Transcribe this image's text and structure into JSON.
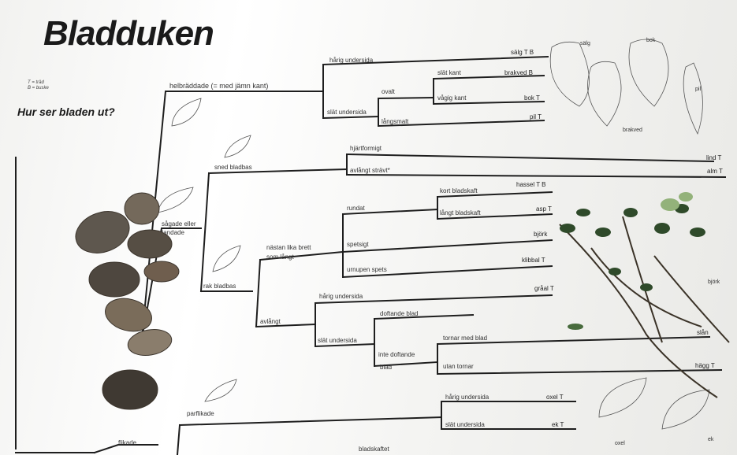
{
  "title": "Bladduken",
  "legend": {
    "line1": "T = träd",
    "line2": "B = buske"
  },
  "question": "Hur ser bladen ut?",
  "labels": {
    "helbraddade": "helbräddade (= med jämn kant)",
    "harig_undersida_top": "hårig undersida",
    "slat_undersida_top": "slät undersida",
    "ovalt": "ovalt",
    "langsmalt": "långsmalt",
    "slat_kant": "slät kant",
    "vagig_kant": "vågig kant",
    "sned_bladbas": "sned bladbas",
    "hjartformigt": "hjärtformigt",
    "avlangt_stravt": "avlångt strävt*",
    "sagade_eller": "sågade eller",
    "tandade": "tandade",
    "rak_bladbas": "rak bladbas",
    "nastan_lika_brett": "nästan lika brett",
    "som_langt": "som långt",
    "rundat": "rundat",
    "kort_bladskaft": "kort bladskaft",
    "langt_bladskaft": "långt bladskaft",
    "spetsigt": "spetsigt",
    "urnupen_spets": "urnupen spets",
    "avlangt": "avlångt",
    "harig_undersida_mid": "hårig undersida",
    "slat_undersida_mid": "slät undersida",
    "doftande_blad": "doftande blad",
    "inte_doftande": "inte doftande",
    "blad": "blad",
    "tornar_med_blad": "tornar med blad",
    "utan_tornar": "utan tornar",
    "parflikade": "parflikade",
    "flikade": "flikade",
    "harig_undersida_bot": "hårig undersida",
    "slat_undersida_bot": "slät undersida",
    "bladskaftet": "bladskaftet"
  },
  "species": {
    "salg": "sälg T B",
    "brakved": "brakved B",
    "bok": "bok T",
    "pil": "pil T",
    "lind": "lind T",
    "alm": "alm T",
    "hassel": "hassel T B",
    "asp": "asp T",
    "bjork": "björk",
    "klibbal": "klibbal T",
    "graal": "gråal T",
    "slan": "slån",
    "hagg": "hägg T",
    "oxel": "oxel T",
    "ek": "ek T"
  },
  "leaf_names": {
    "salg": "sälg",
    "bok": "bok",
    "pil": "pil",
    "brakved": "brakved",
    "bjork": "björk",
    "oxel": "oxel",
    "ek": "ek"
  }
}
